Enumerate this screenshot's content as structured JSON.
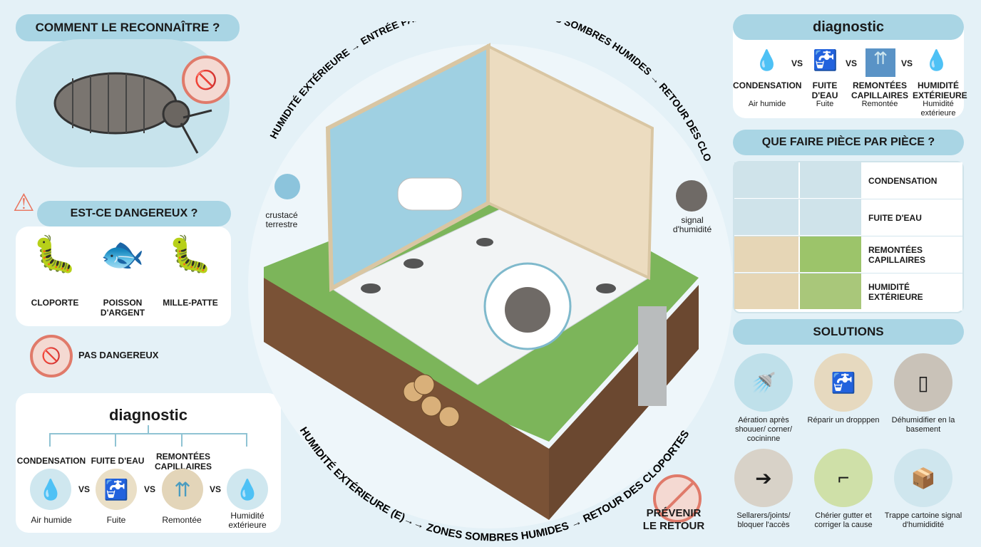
{
  "left": {
    "recognize_title": "COMMENT LE RECONNAÎTRE ?",
    "danger_title": "EST-CE DANGEREUX ?",
    "creatures": [
      {
        "label": "CLOPORTE"
      },
      {
        "label": "POISSON D'ARGENT"
      },
      {
        "label": "MILLE-PATTE"
      }
    ],
    "not_dangerous": "PAS DANGEREUX",
    "diagnostic": {
      "title": "diagnostic",
      "items": [
        {
          "title": "CONDENSATION",
          "sub": "Air humide",
          "icon": "droplets-icon"
        },
        {
          "title": "FUITE D'EAU",
          "sub": "Fuite",
          "icon": "faucet-icon"
        },
        {
          "title": "REMONTÉES CAPILLAIRES",
          "sub": "Remontée",
          "icon": "rising-arrows-icon"
        },
        {
          "title": "",
          "sub": "Humidité extérieure",
          "icon": "droplets-icon"
        }
      ],
      "vs": "VS"
    }
  },
  "center": {
    "arc_top": "HUMIDITÉ EXTÉRIEURE → ENTRÉE PAR FISSURES/JOINTS → ZONES SOMBRES HUMIDES → RETOUR DES CLOPORTES",
    "arc_bottom": "HUMIDITÉ EXTÉRIEURE (E)→→ ZONES SOMBRES HUMIDES → RETOUR DES CLOPORTES",
    "callout_left": "crustacé terrestre",
    "callout_right": "signal d'humidité",
    "prevent": "PRÉVENIR LE RETOUR"
  },
  "right": {
    "diagnostic": {
      "title": "diagnostic",
      "vs": "VS",
      "items": [
        {
          "title": "CONDENSATION",
          "sub": "Air humide"
        },
        {
          "title": "FUITE D'EAU",
          "sub": "Fuite"
        },
        {
          "title": "REMONTÉES CAPILLAIRES",
          "sub": "Remontée"
        },
        {
          "title": "HUMIDITÉ EXTÉRIEURE",
          "sub": "Humidité extérieure"
        }
      ]
    },
    "rooms_title": "QUE FAIRE PIÈCE PAR PIÈCE ?",
    "rooms": [
      {
        "label": "CONDENSATION"
      },
      {
        "label": "FUITE D'EAU"
      },
      {
        "label": "REMONTÉES CAPILLAIRES"
      },
      {
        "label": "HUMIDITÉ EXTÉRIEURE"
      }
    ],
    "solutions_title": "SOLUTIONS",
    "solutions": [
      {
        "label": "Aération après shouuer/ corner/ cocininne",
        "icon": "shower-icon"
      },
      {
        "label": "Réparir un dropppen",
        "icon": "faucet-icon"
      },
      {
        "label": "Déhumidifier en la basement",
        "icon": "dehumidifier-icon"
      },
      {
        "label": "Sellarers/joints/ bloquer l'accès",
        "icon": "sealing-icon"
      },
      {
        "label": "Chérier gutter et corriger la cause",
        "icon": "gutter-icon"
      },
      {
        "label": "Trappe cartoine signal d'humididité",
        "icon": "cardboard-box-icon"
      }
    ]
  }
}
